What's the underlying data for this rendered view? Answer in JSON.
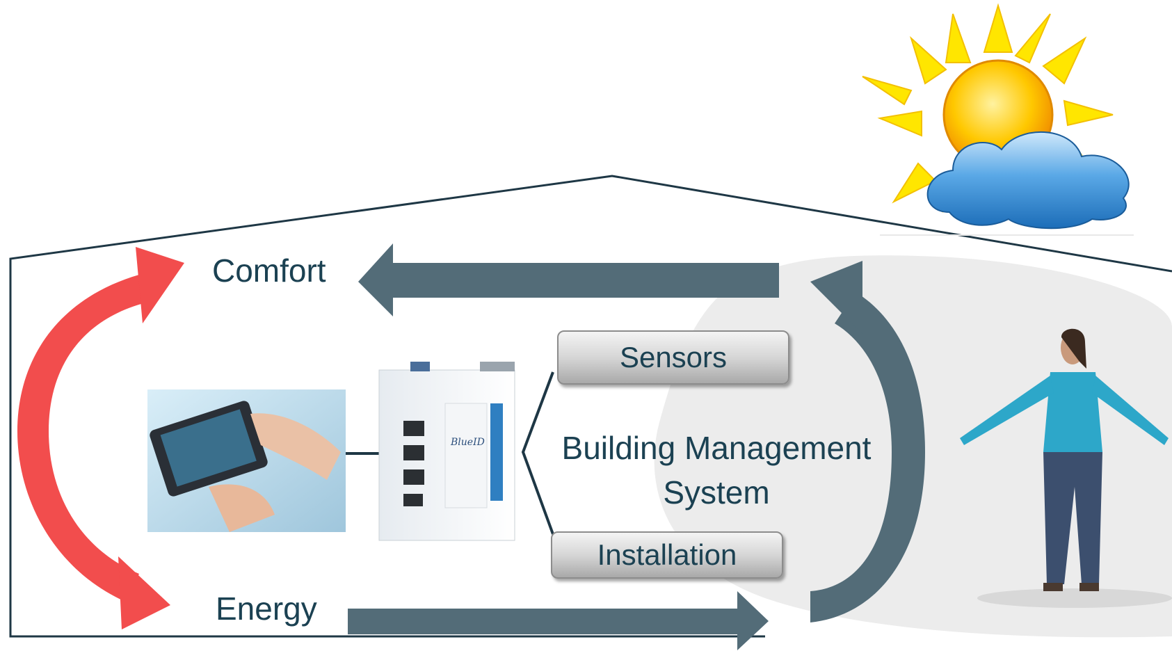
{
  "diagram": {
    "comfort_label": "Comfort",
    "energy_label": "Energy",
    "bms_line1": "Building Management",
    "bms_line2": "System",
    "sensors_label": "Sensors",
    "installation_label": "Installation",
    "controller_brand": "BlueID"
  },
  "colors": {
    "text": "#1b4152",
    "flow_arrow": "#536c78",
    "cycle_arrow": "#f24d4d",
    "house_outline": "#1e3745",
    "blob": "#ececec",
    "sun": "#f5c400",
    "cloud": "#3b8fd0"
  },
  "icons": [
    "sun-cloud-icon",
    "tablet-photo",
    "controller-device",
    "person-figure",
    "house-outline"
  ]
}
